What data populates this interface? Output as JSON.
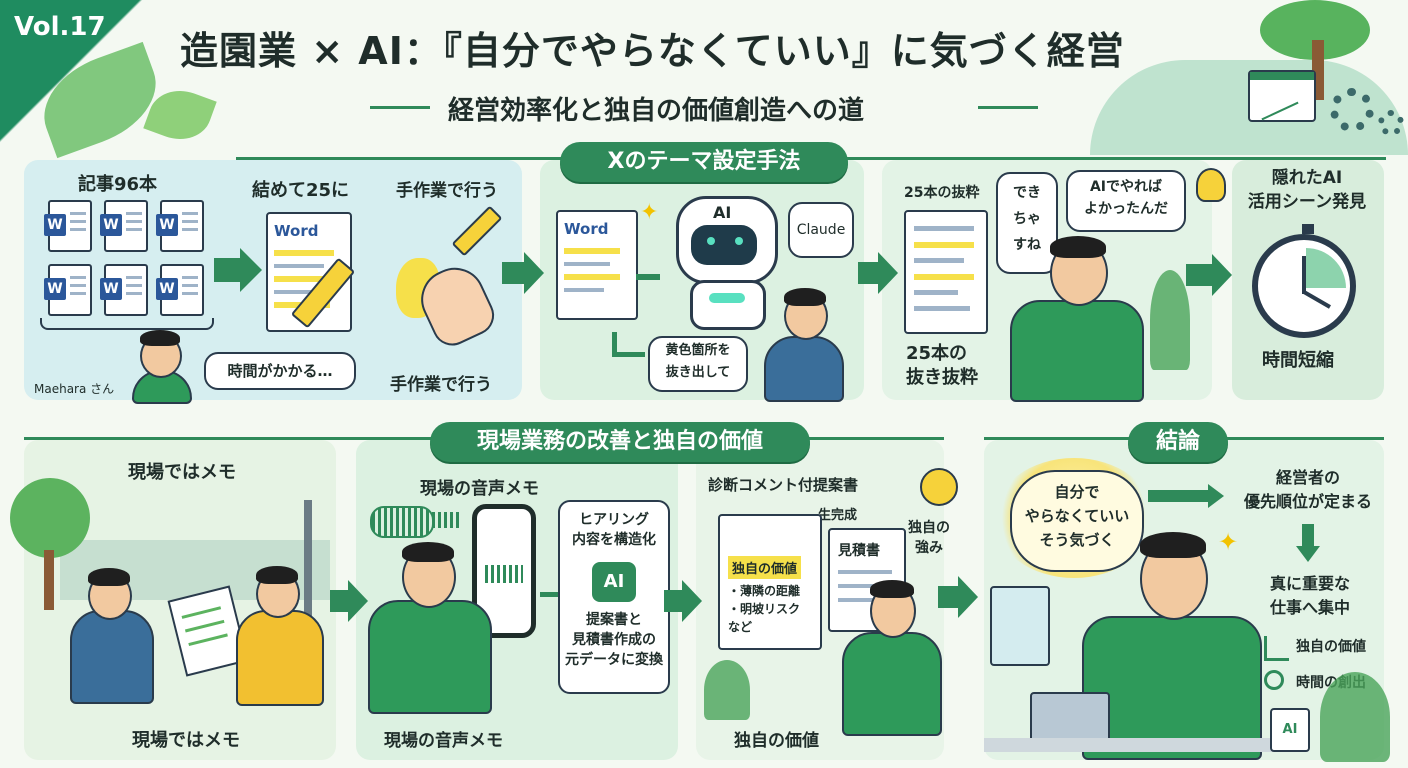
{
  "vol": "Vol.17",
  "title": "造園業 × AI：『自分でやらなくていい』に気づく経営",
  "subtitle": "経営効率化と独自の価値創造への道",
  "section1": {
    "header": "Xのテーマ設定手法",
    "articles": "記事96本",
    "person_name": "Maehara さん",
    "time_bubble": "時間がかかる…",
    "narrow": "結めて25に",
    "word_label": "Word",
    "manual_top": "手作業で行う",
    "manual_bottom": "手作業で行う",
    "word_label2": "Word",
    "ai_label": "AI",
    "claude_label": "Claude",
    "extract": [
      "黄色箇所を",
      "抜き出して"
    ],
    "extract25_top": "25本の抜粋",
    "extract25_bottom": [
      "25本の",
      "抜き抜粋"
    ],
    "bubble_dekichau": [
      "でき",
      "ちゃ",
      "すね"
    ],
    "bubble_ai": [
      "AIでやれば",
      "よかったんだ"
    ],
    "hidden_ai": [
      "隠れたAI",
      "活用シーン発見"
    ],
    "time_short": "時間短縮"
  },
  "section2": {
    "header": "現場業務の改善と独自の価値",
    "memo_top": "現場ではメモ",
    "memo_bottom": "現場ではメモ",
    "voice_top": "現場の音声メモ",
    "voice_bottom": "現場の音声メモ",
    "hearing": [
      "ヒアリング",
      "内容を構造化"
    ],
    "ai_chip": "AI",
    "convert": [
      "提案書と",
      "見積書作成の",
      "元データに変換"
    ],
    "proposal_title": "診断コメント付提案書",
    "generated": "生完成",
    "unique_value_tag": "独自の価値",
    "doc_items": [
      "・薄隣の距離",
      "・明坡リスク",
      "など"
    ],
    "estimate": "見積書",
    "unique_strength": [
      "独自の",
      "強み"
    ],
    "unique_value_bottom": "独自の価値"
  },
  "section3": {
    "header": "結論",
    "cloud": [
      "自分で",
      "やらなくていい",
      "そう気づく"
    ],
    "priority": [
      "経営者の",
      "優先順位が定まる"
    ],
    "focus": [
      "真に重要な",
      "仕事へ集中"
    ],
    "benefit1": "独自の価値",
    "benefit2": "時間の創出",
    "mug_label": "AI"
  },
  "colors": {
    "brand_green": "#2f8a5a",
    "panel_mint": "#dff0e4",
    "panel_teal": "#d4ecef",
    "highlight_yellow": "#f6e04a",
    "word_blue": "#2b579a"
  }
}
